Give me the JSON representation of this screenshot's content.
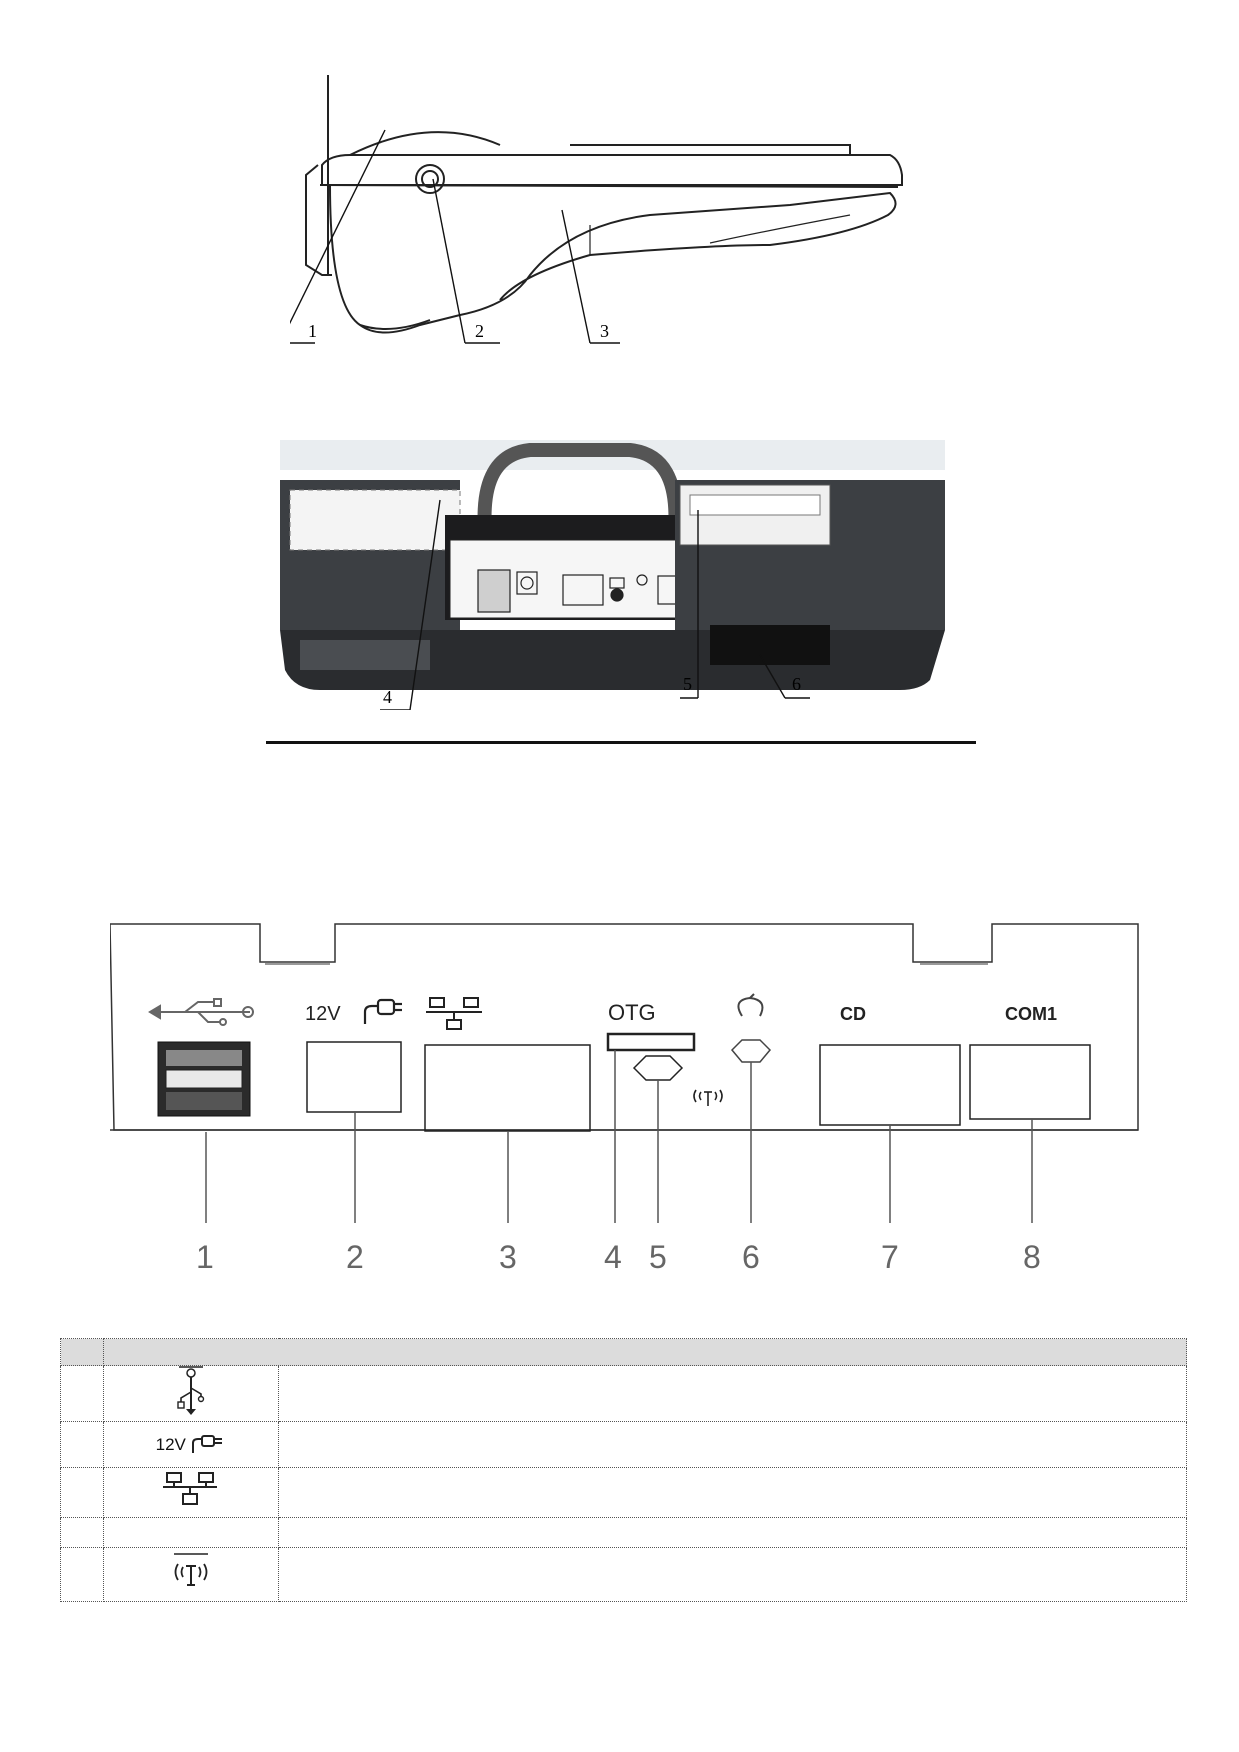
{
  "side_view": {
    "callouts": [
      "1",
      "2",
      "3"
    ]
  },
  "rear_view": {
    "callouts": [
      "4",
      "5",
      "6"
    ]
  },
  "panel": {
    "port_labels": {
      "power": "12V",
      "otg": "OTG",
      "cd": "CD",
      "com1": "COM1"
    },
    "callout_numbers": [
      "1",
      "2",
      "3",
      "4",
      "5",
      "6",
      "7",
      "8"
    ],
    "icons": [
      "usb-icon",
      "power-plug-icon",
      "network-icon",
      "otg-port",
      "antenna-icon",
      "headphone-icon",
      "cash-drawer-port",
      "serial-port"
    ]
  },
  "ports_table": {
    "header": [
      "",
      ""
    ],
    "rows": [
      {
        "num": "",
        "icon": "usb-icon",
        "label": "",
        "desc": ""
      },
      {
        "num": "",
        "icon": "power-plug-icon",
        "label": "12V",
        "desc": ""
      },
      {
        "num": "",
        "icon": "network-icon",
        "label": "",
        "desc": ""
      },
      {
        "num": "",
        "icon": "",
        "label": "",
        "desc": ""
      },
      {
        "num": "",
        "icon": "antenna-icon",
        "label": "",
        "desc": ""
      }
    ]
  }
}
